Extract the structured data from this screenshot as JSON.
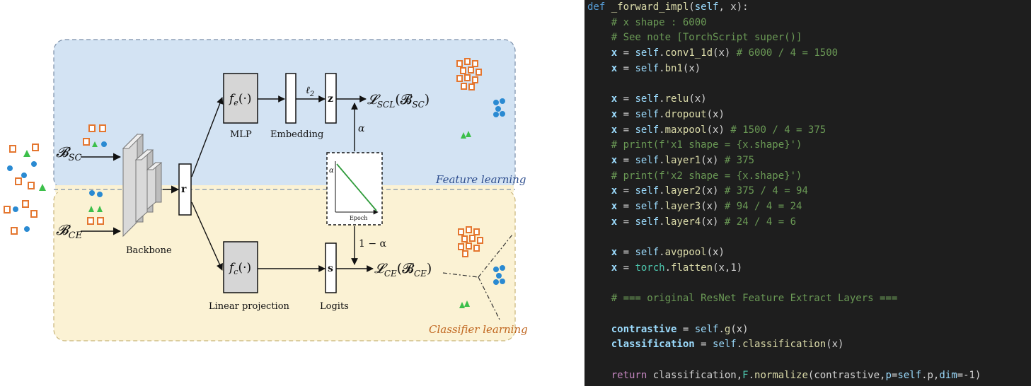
{
  "diagram": {
    "batch_sc": "𝓑",
    "batch_sc_sub": "SC",
    "batch_ce": "𝓑",
    "batch_ce_sub": "CE",
    "backbone_label": "Backbone",
    "r_label": "r",
    "mlp_fn": "f",
    "mlp_fn_sub": "e",
    "mlp_fn_args": "(·)",
    "mlp_label": "MLP",
    "l2_label": "ℓ",
    "l2_sub": "2",
    "z_label": "z",
    "embedding_label": "Embedding",
    "loss_scl": "𝓛",
    "loss_scl_sub": "SCL",
    "loss_scl_args": "(𝓑",
    "loss_scl_args_sub": "SC",
    "loss_scl_close": ")",
    "alpha_label": "α",
    "inset_y_label": "α",
    "inset_x_label": "Epoch",
    "one_minus_alpha": "1 − α",
    "linear_fn": "f",
    "linear_fn_sub": "c",
    "linear_fn_args": "(·)",
    "linear_label": "Linear projection",
    "s_label": "s",
    "logits_label": "Logits",
    "loss_ce": "𝓛",
    "loss_ce_sub": "CE",
    "loss_ce_args": "(𝓑",
    "loss_ce_args_sub": "CE",
    "loss_ce_close": ")",
    "feature_region_label": "Feature learning",
    "classifier_region_label": "Classifier learning",
    "colors": {
      "feature_bg": "#d3e3f3",
      "classifier_bg": "#fbf2d4",
      "square_orange": "#e4762f",
      "circle_blue": "#2a8ad2",
      "triangle_green": "#3cbf4a",
      "feature_text": "#2f4f8f",
      "classifier_text": "#c0661f"
    }
  },
  "code": {
    "lines": [
      [
        {
          "t": "def ",
          "c": "kw"
        },
        {
          "t": "_forward_impl",
          "c": "def"
        },
        {
          "t": "(",
          "c": "op"
        },
        {
          "t": "self",
          "c": "self"
        },
        {
          "t": ", x):",
          "c": "txt"
        }
      ],
      [
        {
          "t": "    # x shape : 6000",
          "c": "cmt"
        }
      ],
      [
        {
          "t": "    # See note [TorchScript super()]",
          "c": "cmt"
        }
      ],
      [
        {
          "t": "    x",
          "c": "var"
        },
        {
          "t": " = ",
          "c": "op"
        },
        {
          "t": "self",
          "c": "self"
        },
        {
          "t": ".",
          "c": "txt"
        },
        {
          "t": "conv1_1d",
          "c": "fn"
        },
        {
          "t": "(x) ",
          "c": "txt"
        },
        {
          "t": "# 6000 / 4 = 1500",
          "c": "cmt"
        }
      ],
      [
        {
          "t": "    x",
          "c": "var"
        },
        {
          "t": " = ",
          "c": "op"
        },
        {
          "t": "self",
          "c": "self"
        },
        {
          "t": ".",
          "c": "txt"
        },
        {
          "t": "bn1",
          "c": "fn"
        },
        {
          "t": "(x)",
          "c": "txt"
        }
      ],
      [],
      [
        {
          "t": "    x",
          "c": "var"
        },
        {
          "t": " = ",
          "c": "op"
        },
        {
          "t": "self",
          "c": "self"
        },
        {
          "t": ".",
          "c": "txt"
        },
        {
          "t": "relu",
          "c": "fn"
        },
        {
          "t": "(x)",
          "c": "txt"
        }
      ],
      [
        {
          "t": "    x",
          "c": "var"
        },
        {
          "t": " = ",
          "c": "op"
        },
        {
          "t": "self",
          "c": "self"
        },
        {
          "t": ".",
          "c": "txt"
        },
        {
          "t": "dropout",
          "c": "fn"
        },
        {
          "t": "(x)",
          "c": "txt"
        }
      ],
      [
        {
          "t": "    x",
          "c": "var"
        },
        {
          "t": " = ",
          "c": "op"
        },
        {
          "t": "self",
          "c": "self"
        },
        {
          "t": ".",
          "c": "txt"
        },
        {
          "t": "maxpool",
          "c": "fn"
        },
        {
          "t": "(x) ",
          "c": "txt"
        },
        {
          "t": "# 1500 / 4 = 375",
          "c": "cmt"
        }
      ],
      [
        {
          "t": "    # print(f'x1 shape = {x.shape}')",
          "c": "cmt"
        }
      ],
      [
        {
          "t": "    x",
          "c": "var"
        },
        {
          "t": " = ",
          "c": "op"
        },
        {
          "t": "self",
          "c": "self"
        },
        {
          "t": ".",
          "c": "txt"
        },
        {
          "t": "layer1",
          "c": "fn"
        },
        {
          "t": "(x) ",
          "c": "txt"
        },
        {
          "t": "# 375",
          "c": "cmt"
        }
      ],
      [
        {
          "t": "    # print(f'x2 shape = {x.shape}')",
          "c": "cmt"
        }
      ],
      [
        {
          "t": "    x",
          "c": "var"
        },
        {
          "t": " = ",
          "c": "op"
        },
        {
          "t": "self",
          "c": "self"
        },
        {
          "t": ".",
          "c": "txt"
        },
        {
          "t": "layer2",
          "c": "fn"
        },
        {
          "t": "(x) ",
          "c": "txt"
        },
        {
          "t": "# 375 / 4 = 94",
          "c": "cmt"
        }
      ],
      [
        {
          "t": "    x",
          "c": "var"
        },
        {
          "t": " = ",
          "c": "op"
        },
        {
          "t": "self",
          "c": "self"
        },
        {
          "t": ".",
          "c": "txt"
        },
        {
          "t": "layer3",
          "c": "fn"
        },
        {
          "t": "(x) ",
          "c": "txt"
        },
        {
          "t": "# 94 / 4 = 24",
          "c": "cmt"
        }
      ],
      [
        {
          "t": "    x",
          "c": "var"
        },
        {
          "t": " = ",
          "c": "op"
        },
        {
          "t": "self",
          "c": "self"
        },
        {
          "t": ".",
          "c": "txt"
        },
        {
          "t": "layer4",
          "c": "fn"
        },
        {
          "t": "(x) ",
          "c": "txt"
        },
        {
          "t": "# 24 / 4 = 6",
          "c": "cmt"
        }
      ],
      [],
      [
        {
          "t": "    x",
          "c": "var"
        },
        {
          "t": " = ",
          "c": "op"
        },
        {
          "t": "self",
          "c": "self"
        },
        {
          "t": ".",
          "c": "txt"
        },
        {
          "t": "avgpool",
          "c": "fn"
        },
        {
          "t": "(x)",
          "c": "txt"
        }
      ],
      [
        {
          "t": "    x",
          "c": "var"
        },
        {
          "t": " = ",
          "c": "op"
        },
        {
          "t": "torch",
          "c": "cls"
        },
        {
          "t": ".",
          "c": "txt"
        },
        {
          "t": "flatten",
          "c": "fn"
        },
        {
          "t": "(x,1)",
          "c": "txt"
        }
      ],
      [],
      [
        {
          "t": "    # === original ResNet Feature Extract Layers ===",
          "c": "cmt"
        }
      ],
      [],
      [
        {
          "t": "    contrastive",
          "c": "var"
        },
        {
          "t": " = ",
          "c": "op"
        },
        {
          "t": "self",
          "c": "self"
        },
        {
          "t": ".",
          "c": "txt"
        },
        {
          "t": "g",
          "c": "fn"
        },
        {
          "t": "(x)",
          "c": "txt"
        }
      ],
      [
        {
          "t": "    classification",
          "c": "var"
        },
        {
          "t": " = ",
          "c": "op"
        },
        {
          "t": "self",
          "c": "self"
        },
        {
          "t": ".",
          "c": "txt"
        },
        {
          "t": "classification",
          "c": "fn"
        },
        {
          "t": "(x)",
          "c": "txt"
        }
      ],
      [],
      [
        {
          "t": "    ",
          "c": "txt"
        },
        {
          "t": "return",
          "c": "kw2"
        },
        {
          "t": " classification,",
          "c": "txt"
        },
        {
          "t": "F",
          "c": "cls"
        },
        {
          "t": ".",
          "c": "txt"
        },
        {
          "t": "normalize",
          "c": "fn"
        },
        {
          "t": "(contrastive,",
          "c": "txt"
        },
        {
          "t": "p",
          "c": "self"
        },
        {
          "t": "=",
          "c": "op"
        },
        {
          "t": "self",
          "c": "self"
        },
        {
          "t": ".p,",
          "c": "txt"
        },
        {
          "t": "dim",
          "c": "self"
        },
        {
          "t": "=-1)",
          "c": "txt"
        }
      ]
    ]
  }
}
